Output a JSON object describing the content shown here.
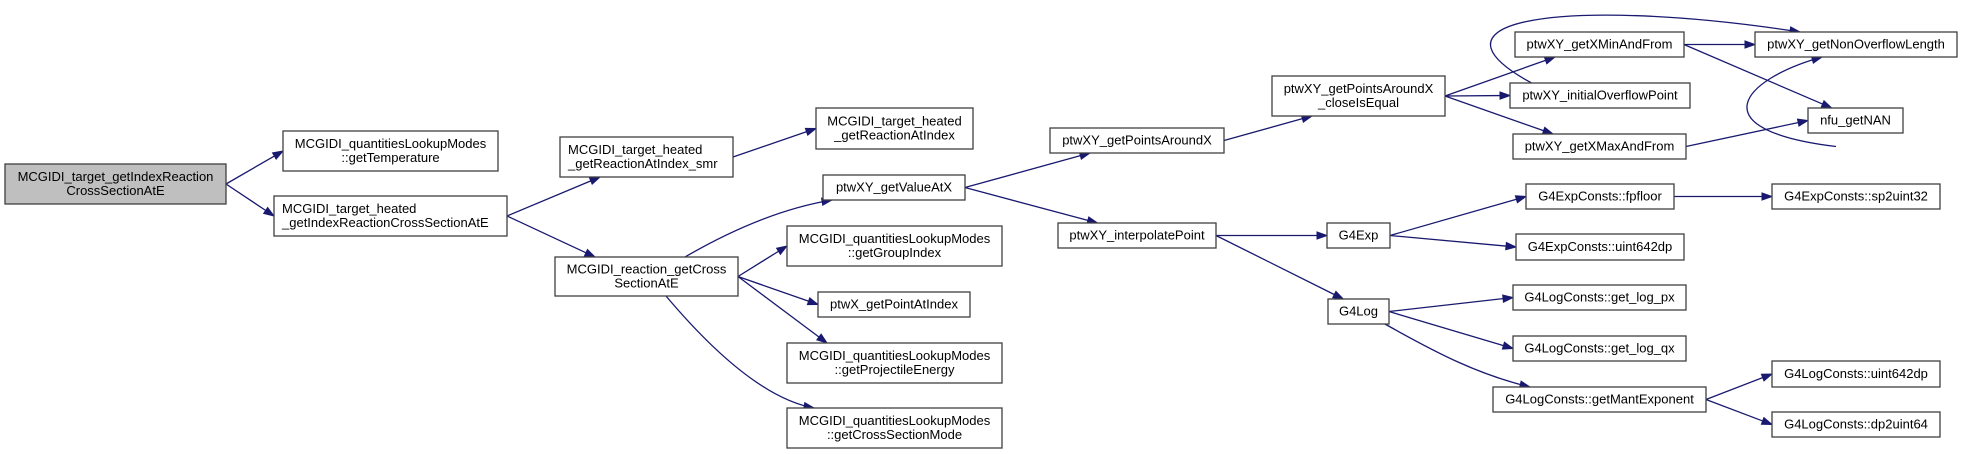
{
  "diagram": {
    "title": "Call graph for MCGIDI_target_getIndexReactionCrossSectionAtE",
    "colors": {
      "edge": "#191970",
      "root_fill": "#bfbfbf",
      "node_fill": "#ffffff",
      "border": "#404040"
    },
    "nodes": [
      {
        "id": "root",
        "lines": [
          "MCGIDI_target_getIndexReaction",
          "CrossSectionAtE"
        ],
        "align": "center",
        "root": true
      },
      {
        "id": "getTemperature",
        "lines": [
          "MCGIDI_quantitiesLookupModes",
          "::getTemperature"
        ],
        "align": "center"
      },
      {
        "id": "heatedGetIndex",
        "lines": [
          "MCGIDI_target_heated",
          "_getIndexReactionCrossSectionAtE"
        ],
        "align": "left"
      },
      {
        "id": "heatedSmr",
        "lines": [
          "MCGIDI_target_heated",
          "_getReactionAtIndex_smr"
        ],
        "align": "left"
      },
      {
        "id": "reactionGetCS",
        "lines": [
          "MCGIDI_reaction_getCross",
          "SectionAtE"
        ],
        "align": "center"
      },
      {
        "id": "heatedGetReaction",
        "lines": [
          "MCGIDI_target_heated",
          "_getReactionAtIndex"
        ],
        "align": "center"
      },
      {
        "id": "getValueAtX",
        "lines": [
          "ptwXY_getValueAtX"
        ],
        "align": "center"
      },
      {
        "id": "getGroupIndex",
        "lines": [
          "MCGIDI_quantitiesLookupModes",
          "::getGroupIndex"
        ],
        "align": "center"
      },
      {
        "id": "ptwXGetPoint",
        "lines": [
          "ptwX_getPointAtIndex"
        ],
        "align": "center"
      },
      {
        "id": "getProjectileEnergy",
        "lines": [
          "MCGIDI_quantitiesLookupModes",
          "::getProjectileEnergy"
        ],
        "align": "center"
      },
      {
        "id": "getCrossSectionMode",
        "lines": [
          "MCGIDI_quantitiesLookupModes",
          "::getCrossSectionMode"
        ],
        "align": "center"
      },
      {
        "id": "getPointsAroundX",
        "lines": [
          "ptwXY_getPointsAroundX"
        ],
        "align": "center"
      },
      {
        "id": "interpolatePoint",
        "lines": [
          "ptwXY_interpolatePoint"
        ],
        "align": "center"
      },
      {
        "id": "closeIsEqual",
        "lines": [
          "ptwXY_getPointsAroundX",
          "_closeIsEqual"
        ],
        "align": "center"
      },
      {
        "id": "G4Exp",
        "lines": [
          "G4Exp"
        ],
        "align": "center"
      },
      {
        "id": "G4Log",
        "lines": [
          "G4Log"
        ],
        "align": "center"
      },
      {
        "id": "getXMinAndFrom",
        "lines": [
          "ptwXY_getXMinAndFrom"
        ],
        "align": "center"
      },
      {
        "id": "initialOverflowPoint",
        "lines": [
          "ptwXY_initialOverflowPoint"
        ],
        "align": "center"
      },
      {
        "id": "getXMaxAndFrom",
        "lines": [
          "ptwXY_getXMaxAndFrom"
        ],
        "align": "center"
      },
      {
        "id": "fpfloor",
        "lines": [
          "G4ExpConsts::fpfloor"
        ],
        "align": "center"
      },
      {
        "id": "expUint642dp",
        "lines": [
          "G4ExpConsts::uint642dp"
        ],
        "align": "center"
      },
      {
        "id": "getLogPx",
        "lines": [
          "G4LogConsts::get_log_px"
        ],
        "align": "center"
      },
      {
        "id": "getLogQx",
        "lines": [
          "G4LogConsts::get_log_qx"
        ],
        "align": "center"
      },
      {
        "id": "getMantExponent",
        "lines": [
          "G4LogConsts::getMantExponent"
        ],
        "align": "center"
      },
      {
        "id": "getNonOverflowLength",
        "lines": [
          "ptwXY_getNonOverflowLength"
        ],
        "align": "center"
      },
      {
        "id": "nfuGetNAN",
        "lines": [
          "nfu_getNAN"
        ],
        "align": "center"
      },
      {
        "id": "sp2uint32",
        "lines": [
          "G4ExpConsts::sp2uint32"
        ],
        "align": "center"
      },
      {
        "id": "logUint642dp",
        "lines": [
          "G4LogConsts::uint642dp"
        ],
        "align": "center"
      },
      {
        "id": "dp2uint64",
        "lines": [
          "G4LogConsts::dp2uint64"
        ],
        "align": "center"
      }
    ],
    "edges": [
      [
        "root",
        "getTemperature"
      ],
      [
        "root",
        "heatedGetIndex"
      ],
      [
        "heatedGetIndex",
        "heatedSmr"
      ],
      [
        "heatedGetIndex",
        "reactionGetCS"
      ],
      [
        "heatedSmr",
        "heatedGetReaction"
      ],
      [
        "reactionGetCS",
        "getValueAtX"
      ],
      [
        "reactionGetCS",
        "getGroupIndex"
      ],
      [
        "reactionGetCS",
        "ptwXGetPoint"
      ],
      [
        "reactionGetCS",
        "getProjectileEnergy"
      ],
      [
        "reactionGetCS",
        "getCrossSectionMode"
      ],
      [
        "getValueAtX",
        "getPointsAroundX"
      ],
      [
        "getValueAtX",
        "interpolatePoint"
      ],
      [
        "getPointsAroundX",
        "closeIsEqual"
      ],
      [
        "closeIsEqual",
        "getNonOverflowLength"
      ],
      [
        "closeIsEqual",
        "getXMinAndFrom"
      ],
      [
        "closeIsEqual",
        "initialOverflowPoint"
      ],
      [
        "closeIsEqual",
        "getXMaxAndFrom"
      ],
      [
        "getXMinAndFrom",
        "getNonOverflowLength"
      ],
      [
        "getXMinAndFrom",
        "nfuGetNAN"
      ],
      [
        "getXMaxAndFrom",
        "getNonOverflowLength"
      ],
      [
        "getXMaxAndFrom",
        "nfuGetNAN"
      ],
      [
        "interpolatePoint",
        "G4Exp"
      ],
      [
        "interpolatePoint",
        "G4Log"
      ],
      [
        "G4Exp",
        "fpfloor"
      ],
      [
        "G4Exp",
        "expUint642dp"
      ],
      [
        "fpfloor",
        "sp2uint32"
      ],
      [
        "G4Log",
        "getLogPx"
      ],
      [
        "G4Log",
        "getLogQx"
      ],
      [
        "G4Log",
        "getMantExponent"
      ],
      [
        "getMantExponent",
        "logUint642dp"
      ],
      [
        "getMantExponent",
        "dp2uint64"
      ]
    ]
  }
}
